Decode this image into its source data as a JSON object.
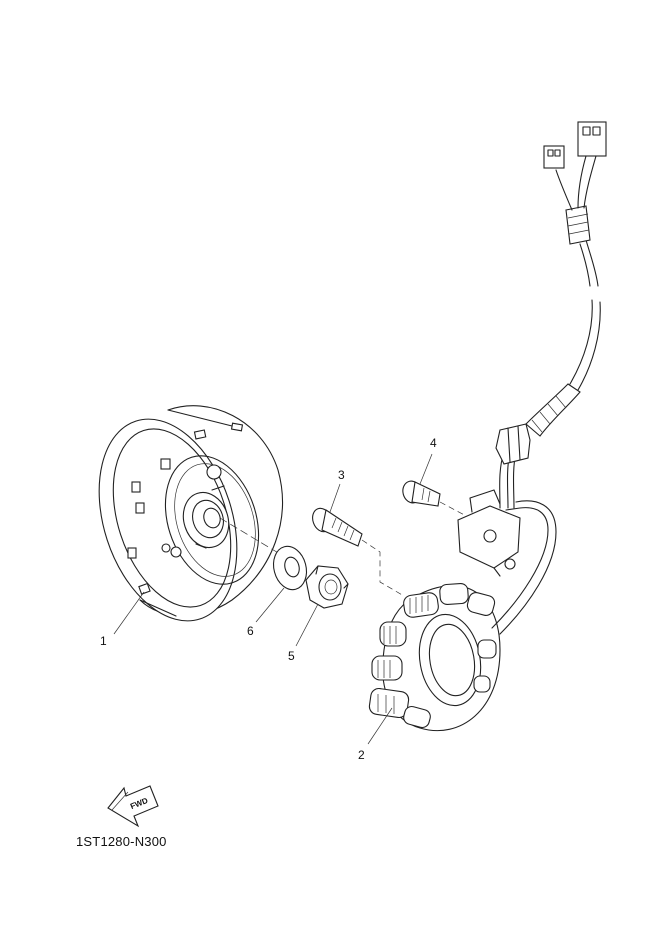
{
  "callouts": [
    {
      "id": "1",
      "label": "1"
    },
    {
      "id": "2",
      "label": "2"
    },
    {
      "id": "3",
      "label": "3"
    },
    {
      "id": "4",
      "label": "4"
    },
    {
      "id": "5",
      "label": "5"
    },
    {
      "id": "6",
      "label": "6"
    }
  ],
  "forward_arrow": {
    "label": "FWD",
    "icon": "fwd-arrow-icon"
  },
  "diagram_code": "1ST1280-N300"
}
